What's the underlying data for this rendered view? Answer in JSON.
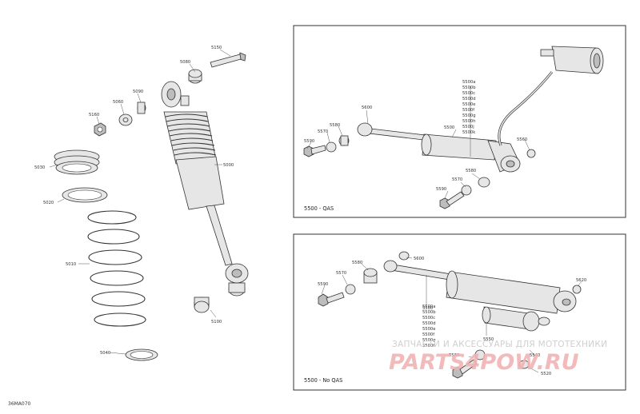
{
  "left_labels": {
    "l5150": "5150",
    "l5080": "5080",
    "l5090": "5090",
    "l5060": "5060",
    "l5160": "5160",
    "l5030": "5030",
    "l5000": "5000",
    "l5020": "5020",
    "l5010": "5010",
    "l5100": "5100",
    "l5040": "5040"
  },
  "qas_panel": {
    "caption": "5500 - QAS",
    "l5600": "5600",
    "l5570": "5570",
    "l5580": "5580",
    "l5590": "5590",
    "l5500": "5500",
    "l5560": "5560",
    "l5580b": "5580",
    "l5570b": "5570",
    "l5590b": "5590",
    "sub_list": [
      "5500a",
      "5500b",
      "5500c",
      "5500d",
      "5500e",
      "5500f",
      "5500g",
      "5500h",
      "5500j",
      "5500k"
    ]
  },
  "noqas_panel": {
    "caption": "5500 - No QAS",
    "l5580": "5580",
    "l5570": "5570",
    "l5590": "5590",
    "l5600": "5600",
    "l5500": "5500",
    "l5620": "5620",
    "l5550": "5550",
    "l5560": "5560",
    "l5540": "5540",
    "l5520": "5520",
    "sub_list": [
      "5500a",
      "5500b",
      "5500c",
      "5500d",
      "5500e",
      "5500f",
      "5500g",
      "5500h"
    ]
  },
  "diagram_code": "36MA070",
  "watermark": {
    "line1": "ЗАПЧАСТИ И АКСЕССУАРЫ ДЛЯ МОТОТЕХНИКИ",
    "line2": "PARTS4POW.RU"
  }
}
